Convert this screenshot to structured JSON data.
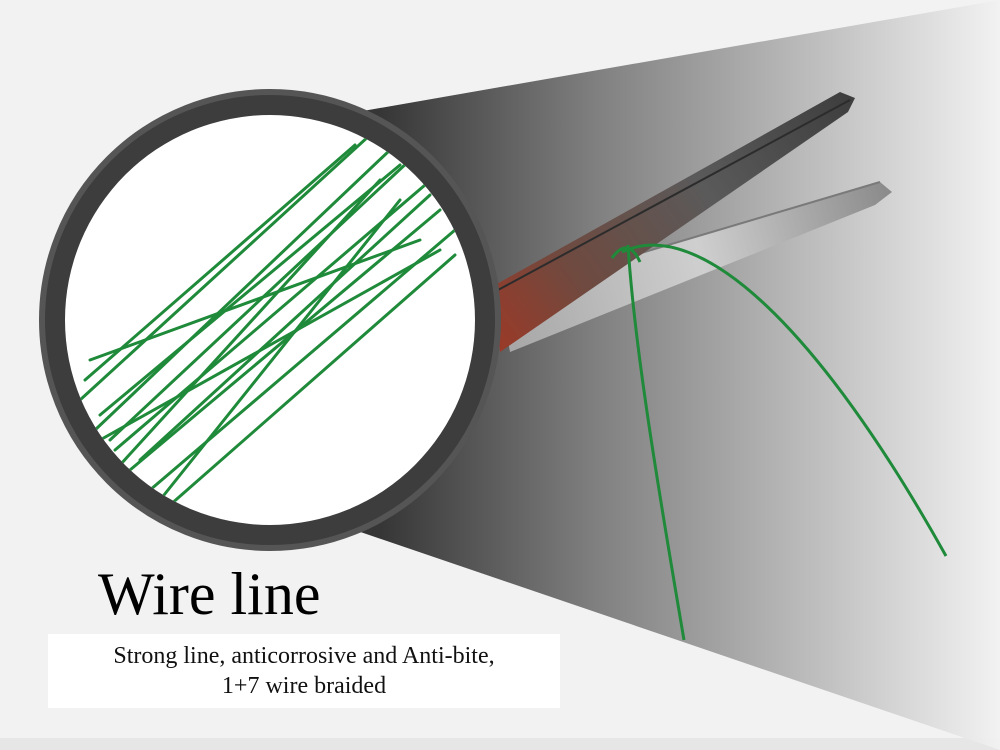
{
  "headline": "Wire line",
  "caption": {
    "line1": "Strong line, anticorrosive and Anti-bite,",
    "line2": "1+7 wire braided"
  },
  "colors": {
    "background": "#f2f2f2",
    "wire_green": "#1f8a3a",
    "blade_steel": "#5a5a5a",
    "blade_rust": "#9a3a28",
    "lens_ring": "#3d3d3d",
    "text": "#000000"
  }
}
